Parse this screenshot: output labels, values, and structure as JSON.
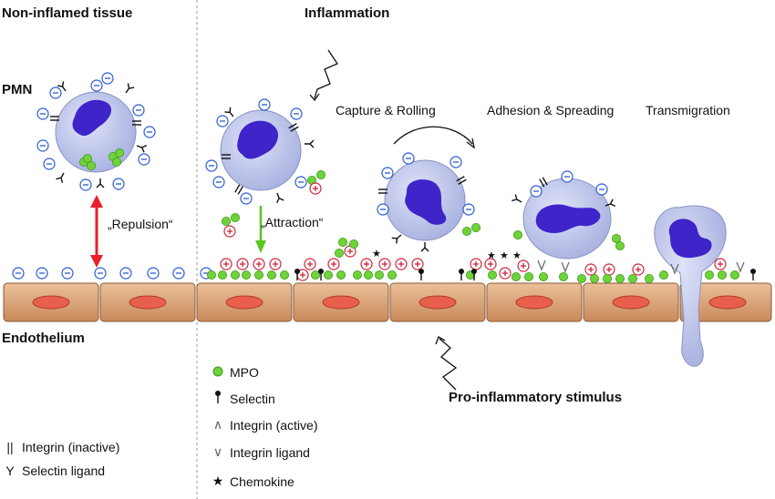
{
  "titles": {
    "non_inflamed": "Non-inflamed tissue",
    "inflammation": "Inflammation",
    "pmn": "PMN",
    "endothelium": "Endothelium",
    "stimulus": "Pro-inflammatory stimulus"
  },
  "stages": {
    "capture_rolling": "Capture &  Rolling",
    "adhesion_spreading": "Adhesion & Spreading",
    "transmigration": "Transmigration"
  },
  "annotations": {
    "repulsion": "„Repulsion“",
    "attraction": "„Attraction“"
  },
  "legend_left": [
    {
      "symbol": "integrin-inactive-icon",
      "label": "Integrin (inactive)"
    },
    {
      "symbol": "selectin-ligand-icon",
      "label": "Selectin ligand"
    }
  ],
  "legend_center": [
    {
      "symbol": "mpo-icon",
      "label": "MPO"
    },
    {
      "symbol": "selectin-icon",
      "label": "Selectin"
    },
    {
      "symbol": "integrin-active-icon",
      "label": "Integrin (active)"
    },
    {
      "symbol": "integrin-ligand-icon",
      "label": "Integrin ligand"
    },
    {
      "symbol": "chemokine-icon",
      "label": "Chemokine"
    }
  ],
  "colors": {
    "cell_fill": "#b7bfe6",
    "nucleus": "#3f24c9",
    "mpo_green": "#6fd23a",
    "endothelium_fill": "#d9a374",
    "endothelial_nucleus": "#e8604c",
    "negative_charge": "#2a5bd0",
    "positive_charge": "#d0243a",
    "repulsion_arrow": "#e8202e",
    "attraction_arrow": "#58c521"
  }
}
